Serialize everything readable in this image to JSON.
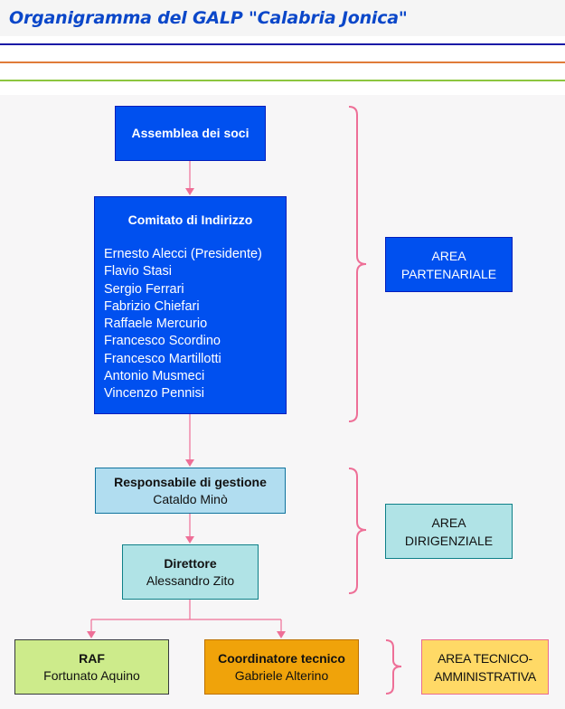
{
  "title": "Organigramma del GALP \"Calabria Jonica\"",
  "colors": {
    "title": "#0b47c9",
    "rule_blue": "#1a1aa6",
    "rule_orange": "#e07b39",
    "rule_green": "#8cc63f",
    "connector": "#ee6f97",
    "partenariale_fill": "#0050ef",
    "dirigenziale_fill": "#b0e3e6",
    "responsabile_fill": "#b1ddf0",
    "raf_fill": "#cdeb8b",
    "coordinatore_fill": "#f0a30a",
    "tecnico_fill": "#ffd966"
  },
  "nodes": {
    "assemblea": {
      "head": "Assemblea dei soci"
    },
    "comitato": {
      "head": "Comitato di Indirizzo",
      "members": [
        "Ernesto Alecci (Presidente)",
        "Flavio Stasi",
        "Sergio Ferrari",
        "Fabrizio Chiefari",
        "Raffaele Mercurio",
        "Francesco Scordino",
        "Francesco Martillotti",
        "Antonio Musmeci",
        "Vincenzo Pennisi"
      ]
    },
    "responsabile": {
      "head": "Responsabile di gestione",
      "name": "Cataldo Minò"
    },
    "direttore": {
      "head": "Direttore",
      "name": "Alessandro Zito"
    },
    "raf": {
      "head": "RAF",
      "name": "Fortunato Aquino"
    },
    "coordinatore": {
      "head": "Coordinatore tecnico",
      "name": "Gabriele Alterino"
    }
  },
  "areas": {
    "partenariale": {
      "line1": "AREA",
      "line2": "PARTENARIALE"
    },
    "dirigenziale": {
      "line1": "AREA",
      "line2": "DIRIGENZIALE"
    },
    "tecnico": {
      "line1": "AREA TECNICO-",
      "line2": "AMMINISTRATIVA"
    }
  }
}
